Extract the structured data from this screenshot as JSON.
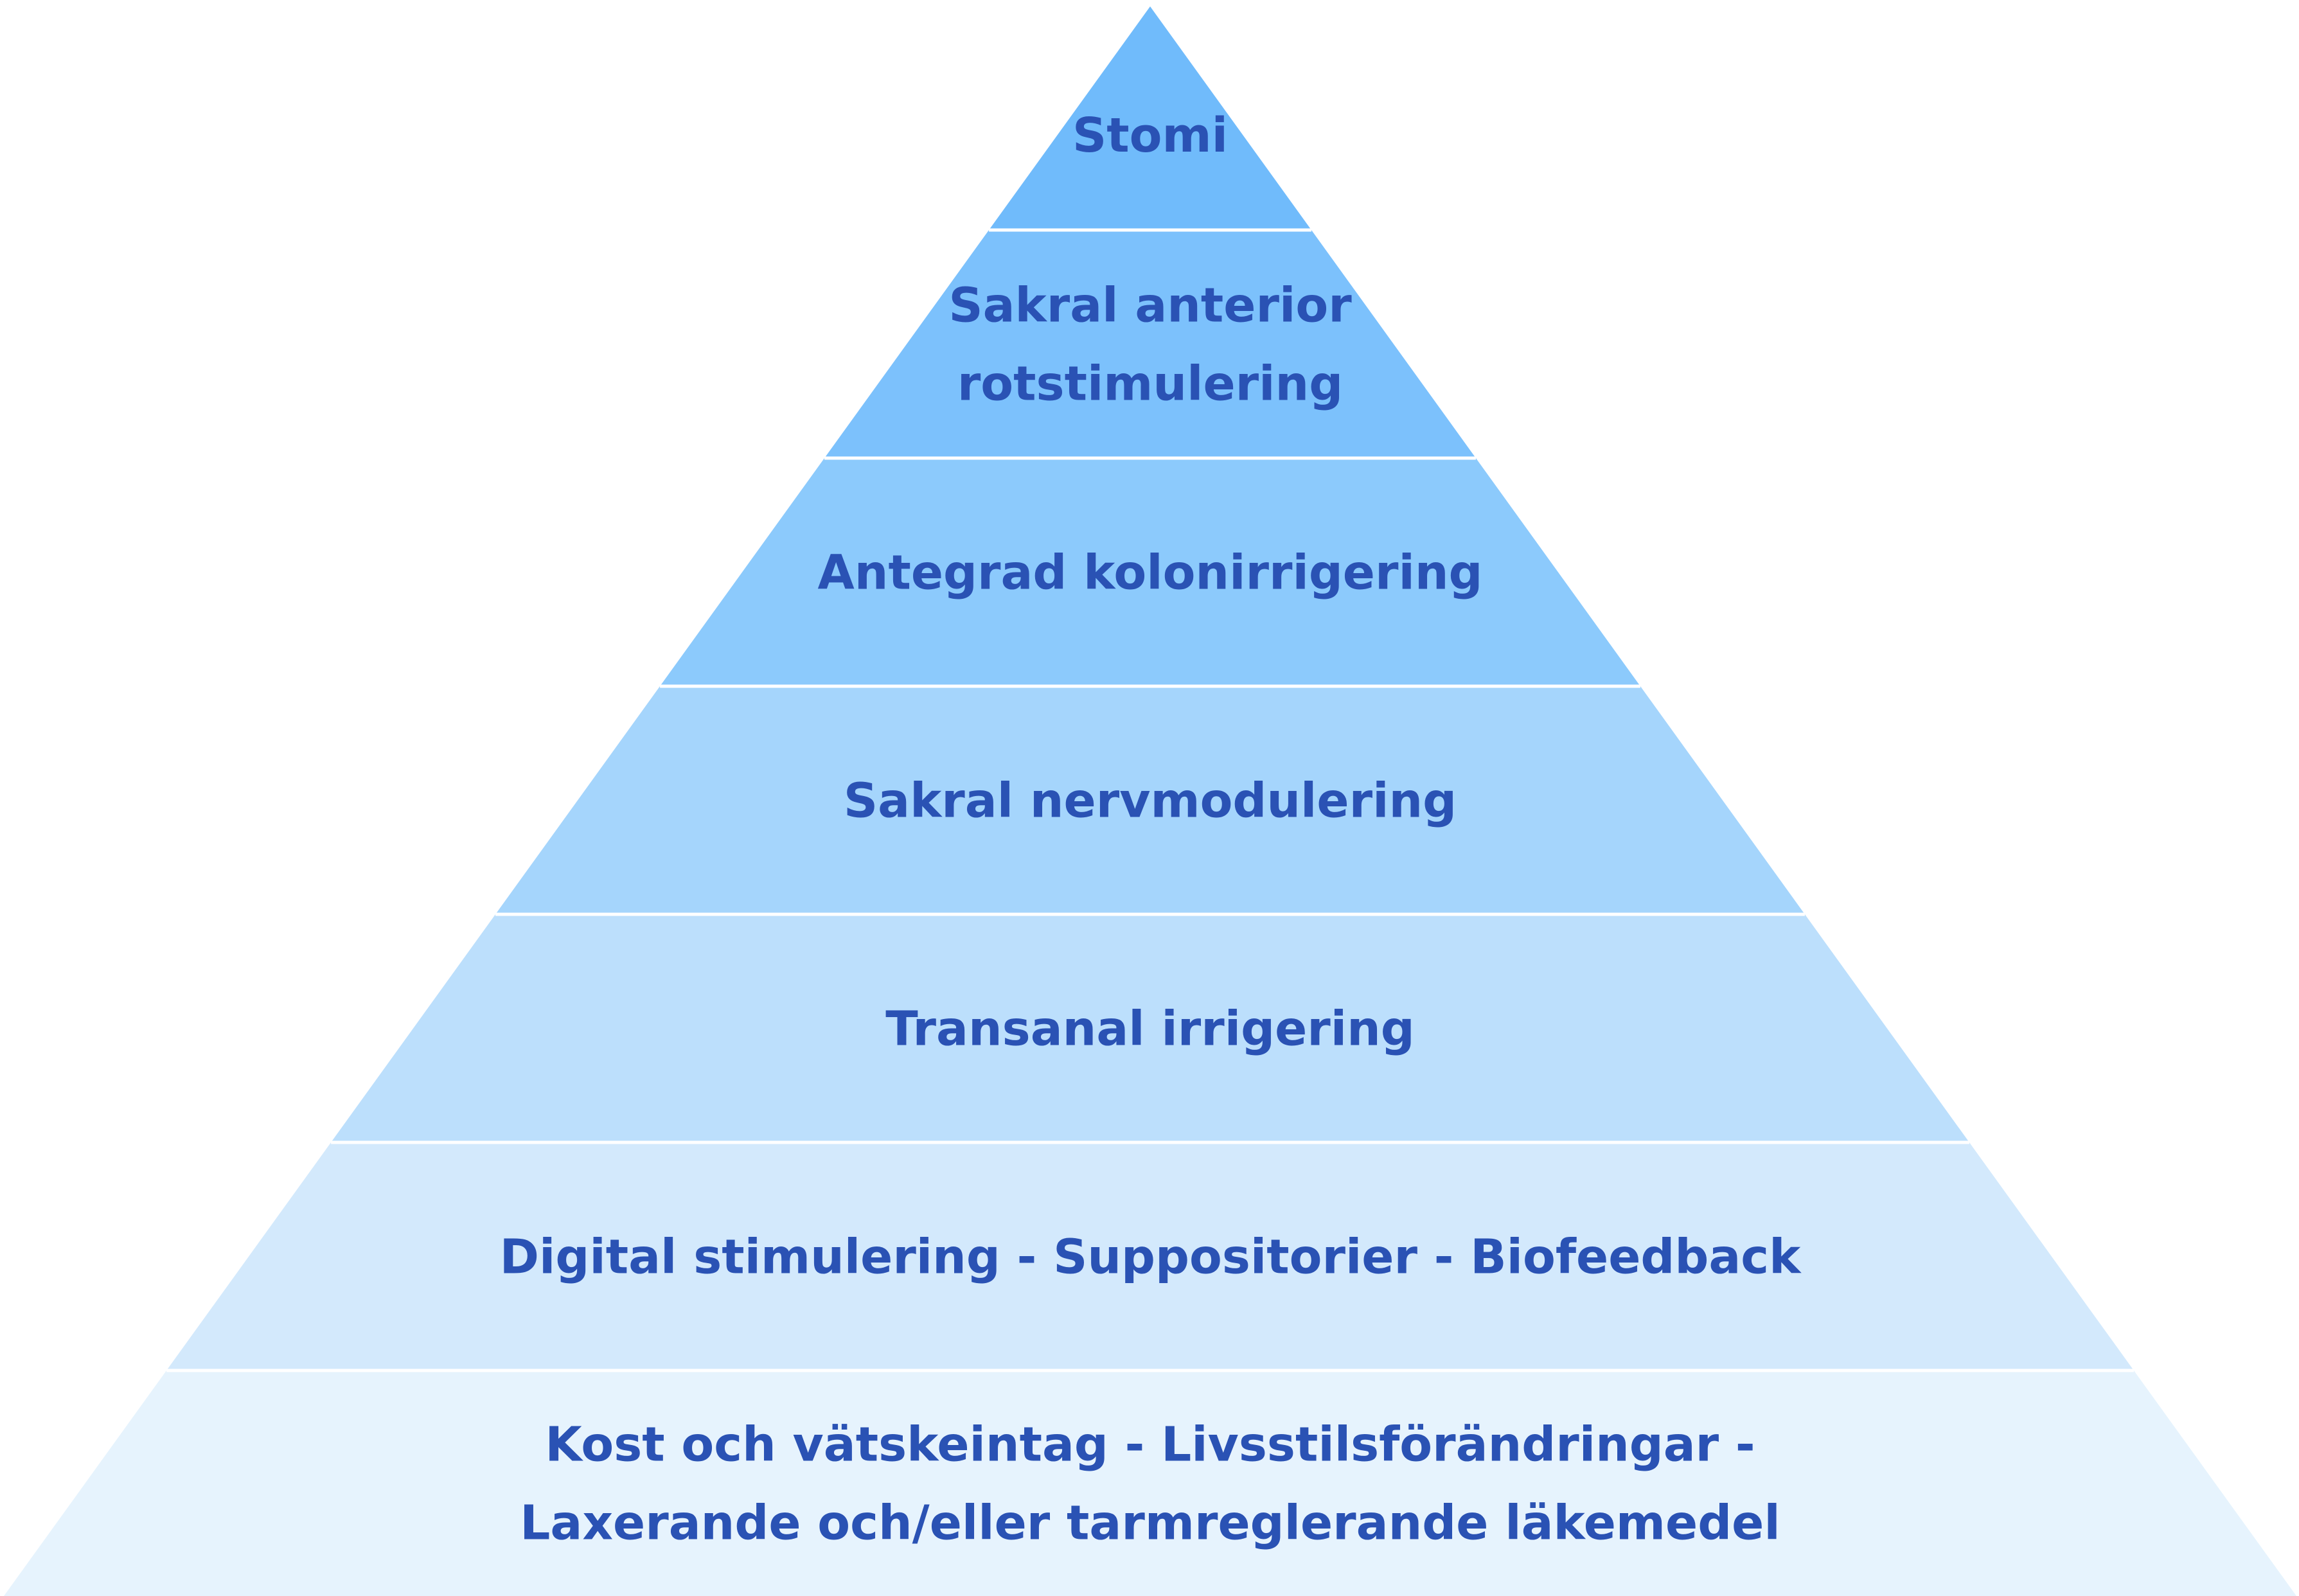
{
  "colors": {
    "text": "#2a52b4",
    "divider": "#ffffff",
    "background": "#ffffff"
  },
  "pyramid": {
    "levels": [
      {
        "id": "stomi",
        "lines": [
          "Stomi"
        ],
        "fill": "#70bbfb"
      },
      {
        "id": "sakral-anterior-rotstimulering",
        "lines": [
          "Sakral anterior",
          "rotstimulering"
        ],
        "fill": "#7cc1fc"
      },
      {
        "id": "antegrad-kolonirrigering",
        "lines": [
          "Antegrad kolonirrigering"
        ],
        "fill": "#8ccafc"
      },
      {
        "id": "sakral-nervmodulering",
        "lines": [
          "Sakral nervmodulering"
        ],
        "fill": "#a5d5fc"
      },
      {
        "id": "transanal-irrigering",
        "lines": [
          "Transanal irrigering"
        ],
        "fill": "#bcdffc"
      },
      {
        "id": "digital-stimulering",
        "lines": [
          "Digital stimulering - Suppositorier - Biofeedback"
        ],
        "fill": "#d3e9fc"
      },
      {
        "id": "kost-och-vatskeintag",
        "lines": [
          "Kost och vätskeintag - Livsstilsförändringar -",
          "Laxerande och/eller tarmreglerande läkemedel"
        ],
        "fill": "#e6f3fd"
      }
    ]
  }
}
